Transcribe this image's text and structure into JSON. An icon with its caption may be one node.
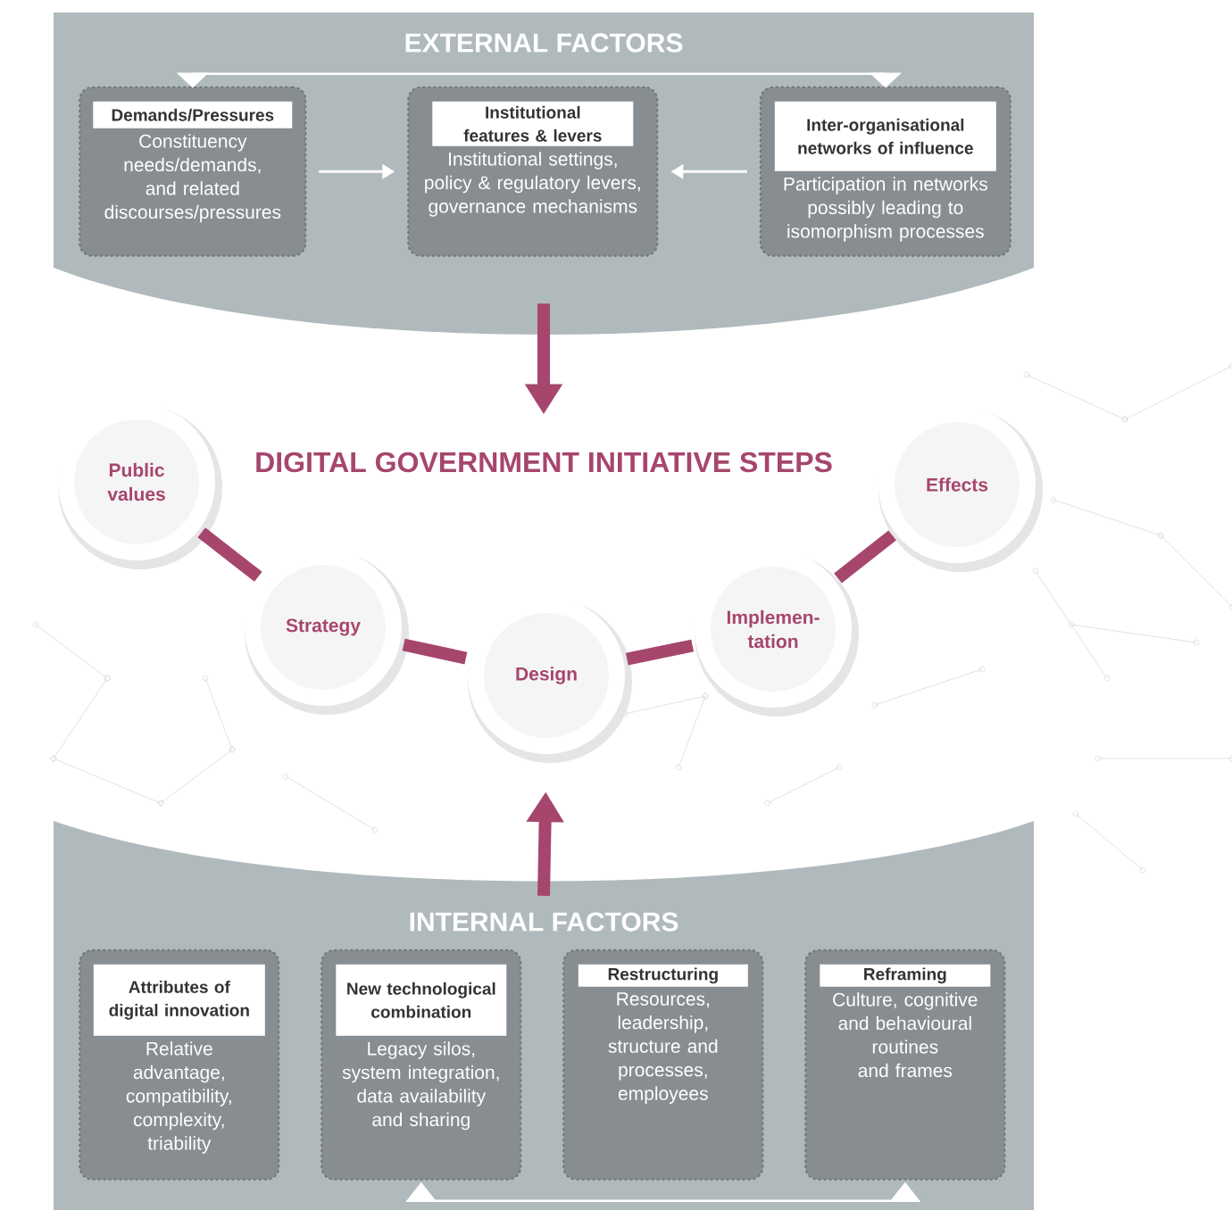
{
  "diagram": {
    "nodes": [
      {
        "text": [
          "EXTERNAL FACTORS"
        ]
      },
      {
        "text": [
          "Demands/Pressures",
          "Constituency needs/demands, and related discourses/pressures"
        ],
        "in": 0
      },
      {
        "text": [
          "Institutional features & levers",
          "Institutional settings, policy & regulatory levers, governance mechanisms"
        ],
        "in": 0
      },
      {
        "text": [
          "Inter-organisational networks of influence",
          "Participation in networks possibly leading to isomorphism processes"
        ],
        "in": 0
      },
      {
        "text": [
          "DIGITAL GOVERNMENT INITIATIVE STEPS"
        ]
      },
      {
        "text": [
          "Public values"
        ]
      },
      {
        "text": [
          "Strategy"
        ]
      },
      {
        "text": [
          "Design"
        ]
      },
      {
        "text": [
          "Implemen- tation"
        ]
      },
      {
        "text": [
          "Effects"
        ]
      },
      {
        "text": [
          "INTERNAL FACTORS"
        ]
      },
      {
        "text": [
          "Attributes of digital innovation",
          "Relative advantage, compatibility, complexity, triability"
        ],
        "in": 10
      },
      {
        "text": [
          "New technological combination",
          "Legacy silos, system integration, data availability and sharing"
        ],
        "in": 10
      },
      {
        "text": [
          "Restructuring",
          "Resources, leadership, structure and processes, employees"
        ],
        "in": 10
      },
      {
        "text": [
          "Reframing",
          "Culture, cognitive and behavioural routines and frames"
        ],
        "in": 10
      }
    ],
    "edges": [
      {
        "from": 1,
        "to": 2,
        "arrow": "to",
        "color": "#ffffff"
      },
      {
        "from": 3,
        "to": 2,
        "arrow": "to",
        "color": "#ffffff"
      },
      {
        "from": 1,
        "to": 3,
        "arrow": "both",
        "color": "#ffffff"
      },
      {
        "from": 0,
        "to": 4,
        "arrow": "to"
      },
      {
        "from": 10,
        "to": 7,
        "arrow": "to"
      },
      {
        "from": 5,
        "to": 6,
        "arrow": "none"
      },
      {
        "from": 6,
        "to": 7,
        "arrow": "none"
      },
      {
        "from": 7,
        "to": 8,
        "arrow": "none"
      },
      {
        "from": 8,
        "to": 9,
        "arrow": "none"
      },
      {
        "from": 12,
        "to": 14,
        "arrow": "both",
        "color": "#ffffff"
      }
    ]
  }
}
